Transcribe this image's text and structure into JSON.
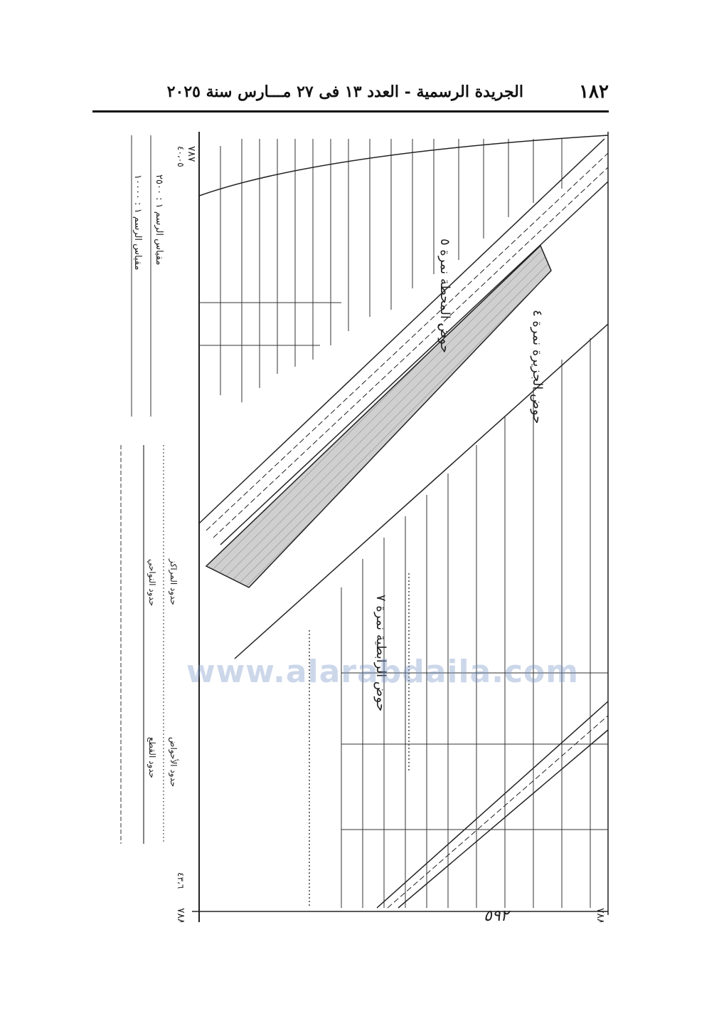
{
  "header": {
    "page_number": "١٨٢",
    "title": "الجريدة الرسمية - العدد ١٣ فى ٢٧ مـــارس سنة ٢٠٢٥"
  },
  "watermark": {
    "url": "www.alarabdaila.com"
  },
  "map": {
    "basin_labels": {
      "top": "حوض المحطة نمرة ٥",
      "middle": "حوض الجزيرة نمرة ٤",
      "bottom": "حوض الرابطية نمرة ٧"
    },
    "legend_left": {
      "scale_1": "مقياس الرسم ١ : ٢٥٠٠",
      "scale_2": "مقياس الرسم ١ : ١٠٠٠٠"
    },
    "legend_items": [
      "حدود المراكز",
      "حدود النواحي",
      "حدود الأحواض",
      "حدود القطع"
    ],
    "margin_numbers": {
      "top_left": "٧٨٧",
      "bottom_left": "٧٨٨",
      "bottom_right": "٧٨٨",
      "coordinate_1": "٤٠،٠٥",
      "coordinate_2": "٤٣،٦"
    },
    "handwritten_note": "٥٩٢"
  }
}
